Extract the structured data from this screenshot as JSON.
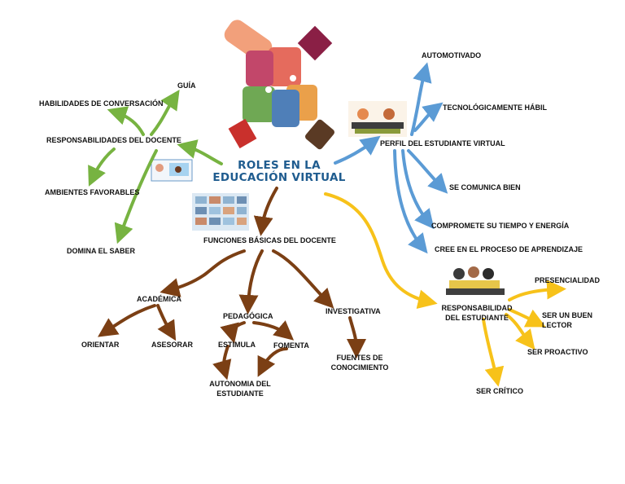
{
  "center": {
    "title_line1": "ROLES EN LA",
    "title_line2": "EDUCACIÓN VIRTUAL"
  },
  "docente": {
    "responsabilidades": "RESPONSABILIDADES DEL DOCENTE",
    "guia": "GUÍA",
    "habilidades": "HABILIDADES DE CONVERSACIÓN",
    "ambientes": "AMBIENTES FAVORABLES",
    "domina": "DOMINA EL SABER"
  },
  "perfil": {
    "title": "PERFIL DEL ESTUDIANTE VIRTUAL",
    "automotivado": "AUTOMOTIVADO",
    "tecnologicamente": "TECNOLÓGICAMENTE HÁBIL",
    "comunica": "SE COMUNICA BIEN",
    "compromete": "COMPROMETE SU TIEMPO Y ENERGÍA",
    "cree": "CREE EN EL PROCESO DE APRENDIZAJE"
  },
  "funciones": {
    "title": "FUNCIONES BÁSICAS DEL DOCENTE",
    "academica": "ACADÉMICA",
    "orientar": "ORIENTAR",
    "asesorar": "ASESORAR",
    "pedagogica": "PEDAGÓGICA",
    "estimula": "ESTIMULA",
    "fomenta": "FOMENTA",
    "autonomia_1": "AUTONOMIA DEL",
    "autonomia_2": "ESTUDIANTE",
    "investigativa": "INVESTIGATIVA",
    "fuentes_1": "FUENTES DE",
    "fuentes_2": "CONOCIMIENTO"
  },
  "responsabilidad_estudiante": {
    "title_1": "RESPONSABILIDAD",
    "title_2": "DEL ESTUDIANTE",
    "presencialidad": "PRESENCIALIDAD",
    "lector_1": "SER UN BUEN",
    "lector_2": "LECTOR",
    "proactivo": "SER PROACTIVO",
    "critico": "SER CRÍTICO"
  },
  "colors": {
    "green": "#77b341",
    "blue": "#5b9bd5",
    "brown": "#7b3f14",
    "yellow": "#f7c21a",
    "title": "#1f5c8f"
  }
}
